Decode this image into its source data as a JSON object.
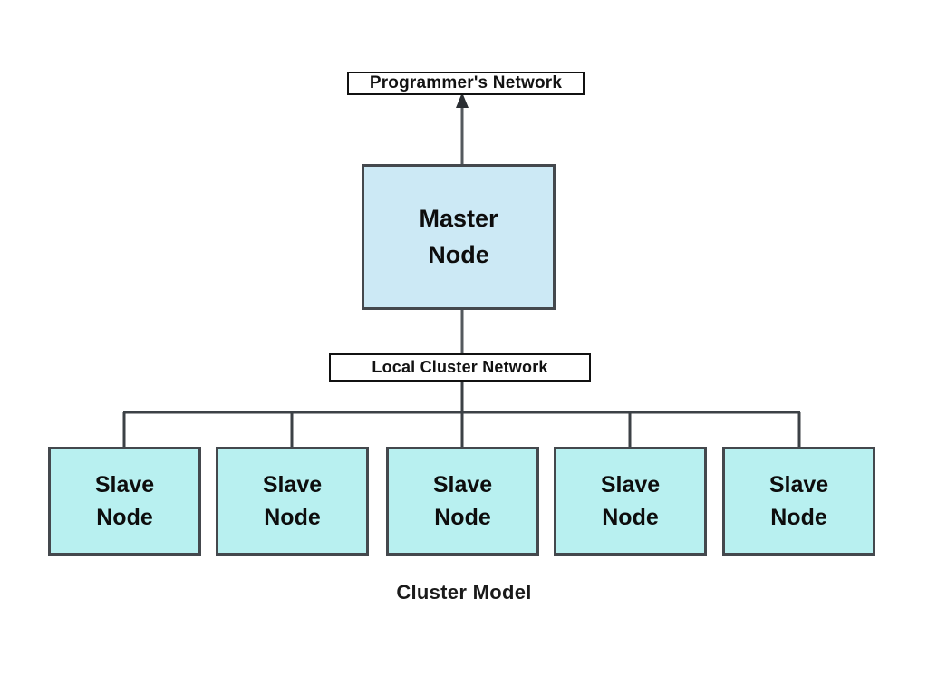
{
  "diagram": {
    "caption": "Cluster Model",
    "background_color": "#ffffff",
    "top_label": {
      "text": "Programmer's Network",
      "fill": "#ffffff",
      "border": "#111111"
    },
    "master": {
      "line1": "Master",
      "line2": "Node",
      "fill": "#cce9f5",
      "border": "#44484d"
    },
    "middle_label": {
      "text": "Local Cluster Network",
      "fill": "#ffffff",
      "border": "#111111"
    },
    "bus": {
      "color": "#3c4146"
    },
    "arrow": {
      "name": "up-arrow",
      "color": "#3c4146"
    },
    "slaves": [
      {
        "line1": "Slave",
        "line2": "Node",
        "fill": "#b8f0f0",
        "border": "#44484d"
      },
      {
        "line1": "Slave",
        "line2": "Node",
        "fill": "#b8f0f0",
        "border": "#44484d"
      },
      {
        "line1": "Slave",
        "line2": "Node",
        "fill": "#b8f0f0",
        "border": "#44484d"
      },
      {
        "line1": "Slave",
        "line2": "Node",
        "fill": "#b8f0f0",
        "border": "#44484d"
      },
      {
        "line1": "Slave",
        "line2": "Node",
        "fill": "#b8f0f0",
        "border": "#44484d"
      }
    ]
  }
}
